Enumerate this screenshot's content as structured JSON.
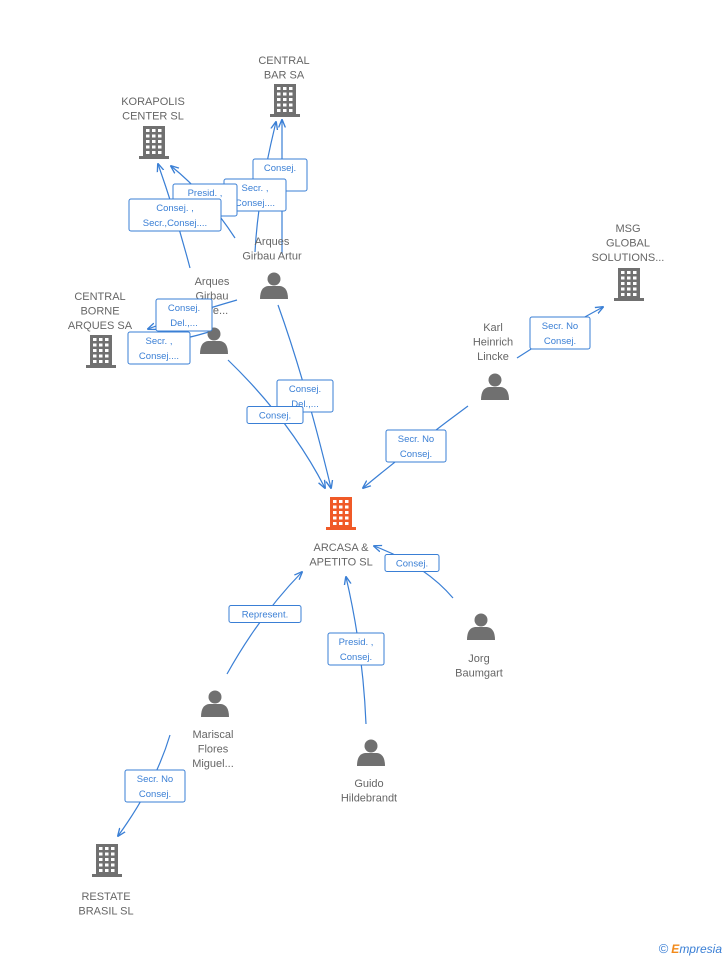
{
  "colors": {
    "edge": "#3a7fd5",
    "node": "#707070",
    "main": "#f05a28"
  },
  "nodes": [
    {
      "id": "arcasa",
      "kind": "company",
      "main": true,
      "lines": [
        "ARCASA &",
        "APETITO  SL"
      ]
    },
    {
      "id": "central_bar",
      "kind": "company",
      "lines": [
        "CENTRAL",
        "BAR SA"
      ]
    },
    {
      "id": "korapolis",
      "kind": "company",
      "lines": [
        "KORAPOLIS",
        "CENTER SL"
      ]
    },
    {
      "id": "msg",
      "kind": "company",
      "lines": [
        "MSG",
        "GLOBAL",
        "SOLUTIONS..."
      ]
    },
    {
      "id": "central_borne",
      "kind": "company",
      "lines": [
        "CENTRAL",
        "BORNE",
        "ARQUES SA"
      ]
    },
    {
      "id": "restate",
      "kind": "company",
      "lines": [
        "RESTATE",
        "BRASIL SL"
      ]
    },
    {
      "id": "arques_artur",
      "kind": "person",
      "lines": [
        "Arques",
        "Girbau Artur"
      ]
    },
    {
      "id": "arques_2",
      "kind": "person",
      "lines": [
        "Arques",
        "Girbau",
        "Pere..."
      ]
    },
    {
      "id": "karl",
      "kind": "person",
      "lines": [
        "Karl",
        "Heinrich",
        "Lincke"
      ]
    },
    {
      "id": "jorg",
      "kind": "person",
      "lines": [
        "Jorg",
        "Baumgart"
      ]
    },
    {
      "id": "mariscal",
      "kind": "person",
      "lines": [
        "Mariscal",
        "Flores",
        "Miguel..."
      ]
    },
    {
      "id": "guido",
      "kind": "person",
      "lines": [
        "Guido",
        "Hildebrandt"
      ]
    }
  ],
  "edges": [
    {
      "id": "e1",
      "lines": [
        "Consej.",
        "Del.,..."
      ]
    },
    {
      "id": "e2",
      "lines": [
        "Consej."
      ]
    },
    {
      "id": "e3",
      "lines": [
        "Secr.  No",
        "Consej."
      ]
    },
    {
      "id": "e4",
      "lines": [
        "Consej."
      ]
    },
    {
      "id": "e5",
      "lines": [
        "Represent."
      ]
    },
    {
      "id": "e6",
      "lines": [
        "Presid. ,",
        "Consej."
      ]
    },
    {
      "id": "e7",
      "lines": [
        "Secr.  No",
        "Consej."
      ]
    },
    {
      "id": "e8",
      "lines": [
        "Secr.  No",
        "Consej."
      ]
    },
    {
      "id": "e9",
      "lines": [
        "Consej.",
        "..."
      ]
    },
    {
      "id": "e10",
      "lines": [
        "Secr. ,",
        "Consej...."
      ]
    },
    {
      "id": "e11",
      "lines": [
        "Presid. ,",
        "..."
      ]
    },
    {
      "id": "e12",
      "lines": [
        "Consej. ,",
        "Secr.,Consej...."
      ]
    },
    {
      "id": "e13",
      "lines": [
        "Consej.",
        "Del.,..."
      ]
    },
    {
      "id": "e14",
      "lines": [
        "Secr. ,",
        "Consej...."
      ]
    }
  ],
  "watermark": {
    "symbol": "©",
    "brand_first": "E",
    "brand_rest": "mpresia"
  }
}
